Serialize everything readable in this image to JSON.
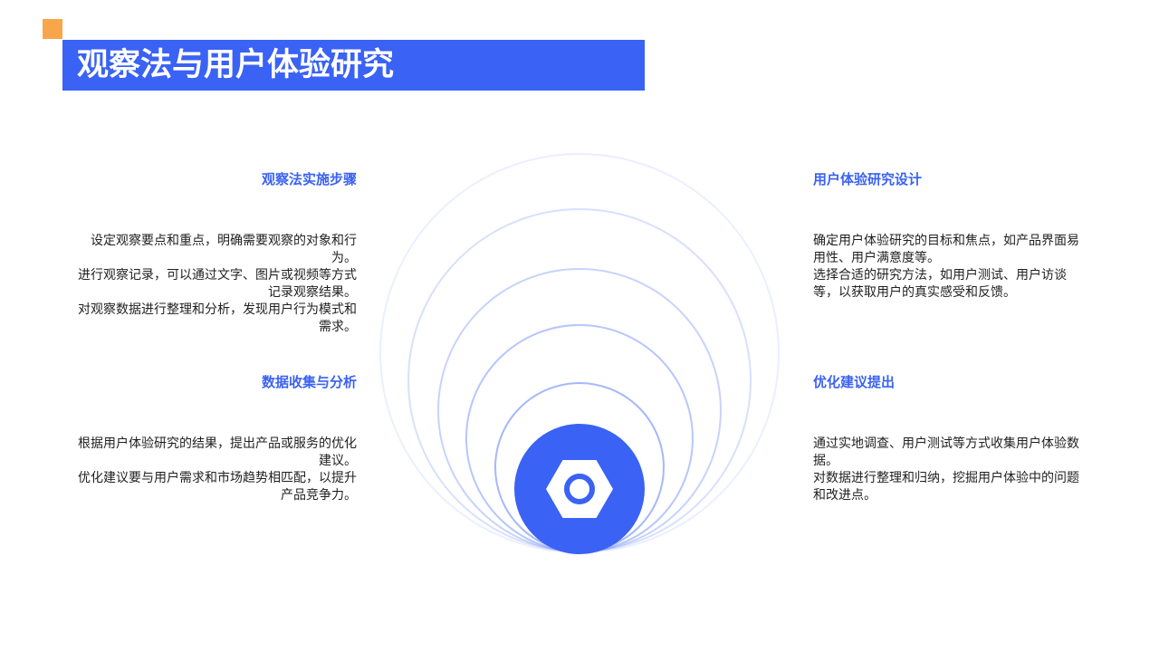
{
  "page": {
    "title": "观察法与用户体验研究"
  },
  "colors": {
    "accent": "#3a62f4",
    "square": "#f9a54b"
  },
  "center_icon": "hexagon-nut-icon",
  "sections": {
    "top_left": {
      "heading": "观察法实施步骤",
      "lines": [
        "设定观察要点和重点，明确需要观察的对象和行为。",
        "进行观察记录，可以通过文字、图片或视频等方式记录观察结果。",
        "对观察数据进行整理和分析，发现用户行为模式和需求。"
      ]
    },
    "bottom_left": {
      "heading": "数据收集与分析",
      "lines": [
        "根据用户体验研究的结果，提出产品或服务的优化建议。",
        "优化建议要与用户需求和市场趋势相匹配，以提升产品竞争力。"
      ]
    },
    "top_right": {
      "heading": "用户体验研究设计",
      "lines": [
        "确定用户体验研究的目标和焦点，如产品界面易用性、用户满意度等。",
        "选择合适的研究方法，如用户测试、用户访谈等，以获取用户的真实感受和反馈。"
      ]
    },
    "bottom_right": {
      "heading": "优化建议提出",
      "lines": [
        "通过实地调查、用户测试等方式收集用户体验数据。",
        "对数据进行整理和归纳，挖掘用户体验中的问题和改进点。"
      ]
    }
  }
}
